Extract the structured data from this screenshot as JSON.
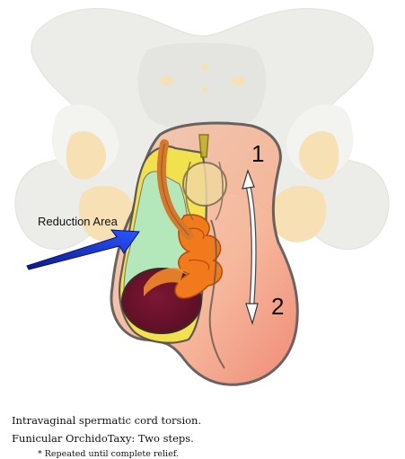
{
  "diagram": {
    "annotation": "Reduction Area",
    "step_one": "1",
    "step_two": "2",
    "colors": {
      "pelvis": "#e9e9e6",
      "pelvis_shadow": "#d6d6d2",
      "pelvis_holes": "#f6dfb0",
      "scrotum_fill": "#f3b49a",
      "scrotum_outline": "#5b5350",
      "arrow_blue": "#1f3fd0",
      "cord": "#d4782c",
      "testis": "#7a1530",
      "epididymis": "#f07a1c",
      "tunica_yellow": "#f3e34a",
      "tunica_cyan": "#aee8c6"
    }
  },
  "captions": {
    "line1": "Intravaginal spermatic cord torsion.",
    "line2": "Funicular OrchidoTaxy: Two steps.",
    "note": "* Repeated until complete relief."
  }
}
